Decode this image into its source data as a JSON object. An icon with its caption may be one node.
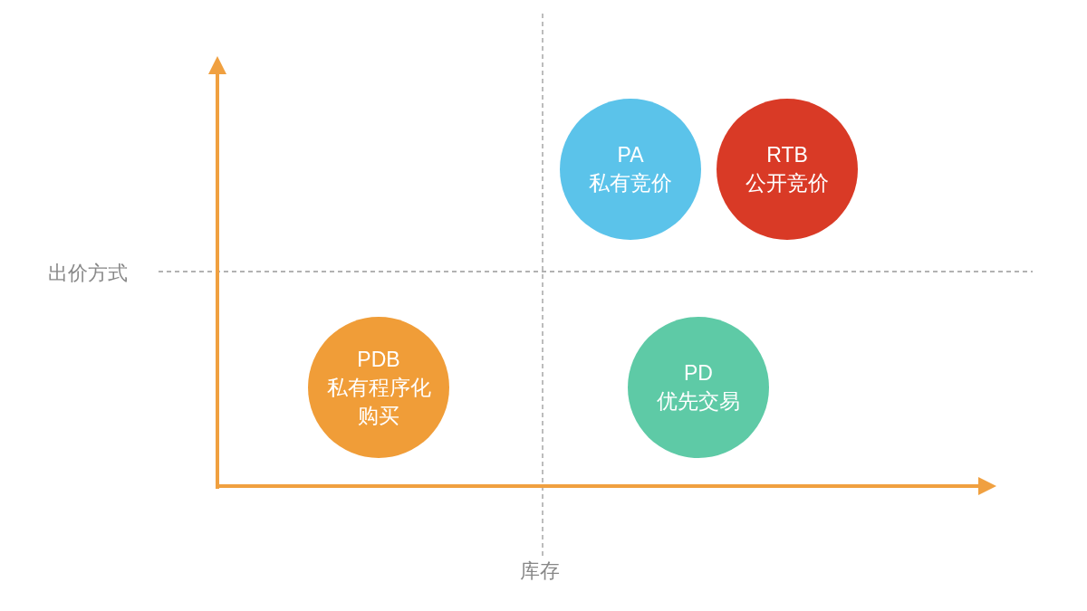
{
  "diagram": {
    "nodes": [
      {
        "text": [
          "PA",
          "私有竞价"
        ]
      },
      {
        "text": [
          "RTB",
          "公开竞价"
        ]
      },
      {
        "text": [
          "PDB",
          "私有程序化购买"
        ]
      },
      {
        "text": [
          "PD",
          "优先交易"
        ]
      }
    ],
    "labels": [
      "出价方式",
      "库存"
    ]
  }
}
